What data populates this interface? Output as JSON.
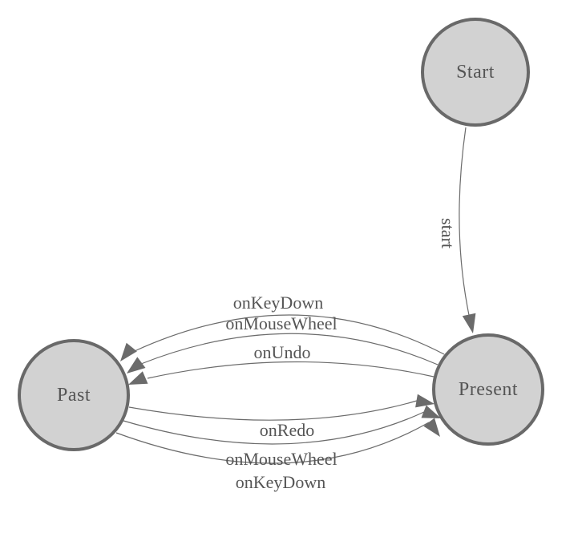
{
  "diagram": {
    "kind": "state-machine",
    "colors": {
      "background": "#ffffff",
      "node_fill": "#d2d2d2",
      "node_border": "#696969",
      "edge_stroke": "#6b6b6b",
      "label_text": "#555555"
    },
    "nodes": [
      {
        "id": "start",
        "label": "Start"
      },
      {
        "id": "past",
        "label": "Past"
      },
      {
        "id": "present",
        "label": "Present"
      }
    ],
    "edges": [
      {
        "from": "Start",
        "to": "Present",
        "label": "start"
      },
      {
        "from": "Present",
        "to": "Past",
        "label": "onKeyDown"
      },
      {
        "from": "Present",
        "to": "Past",
        "label": "onMouseWheel"
      },
      {
        "from": "Present",
        "to": "Past",
        "label": "onUndo"
      },
      {
        "from": "Past",
        "to": "Present",
        "label": "onRedo"
      },
      {
        "from": "Past",
        "to": "Present",
        "label": "onMouseWheel"
      },
      {
        "from": "Past",
        "to": "Present",
        "label": "onKeyDown"
      }
    ]
  }
}
